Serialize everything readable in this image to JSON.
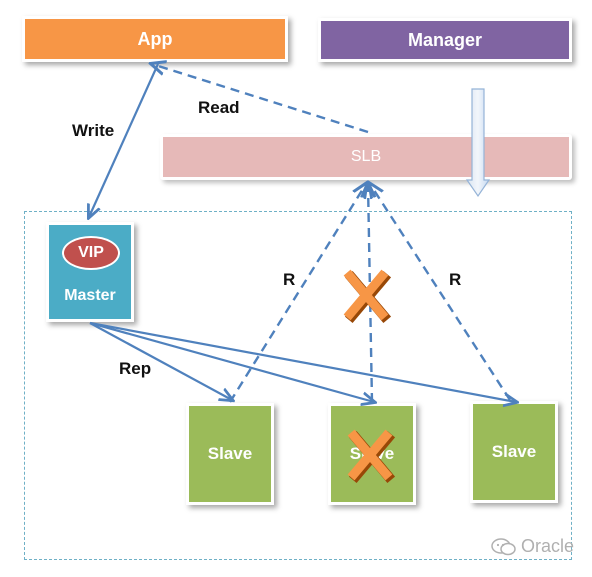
{
  "nodes": {
    "app": "App",
    "manager": "Manager",
    "slb": "SLB",
    "vip": "VIP",
    "master": "Master",
    "slave_1": "Slave",
    "slave_2": "Slave",
    "slave_3": "Slave"
  },
  "edge_labels": {
    "write": "Write",
    "read": "Read",
    "rep": "Rep",
    "r_left": "R",
    "r_right": "R"
  },
  "watermark": "Oracle",
  "failed_markers": [
    "middle-read-path",
    "middle-slave"
  ],
  "colors": {
    "app": "#f79646",
    "manager": "#8064a2",
    "slb": "#e6b9b8",
    "master": "#4bacc6",
    "vip": "#c0504d",
    "slave": "#9bbb59",
    "arrow": "#4f81bd",
    "failure_marker": "#f79646"
  }
}
